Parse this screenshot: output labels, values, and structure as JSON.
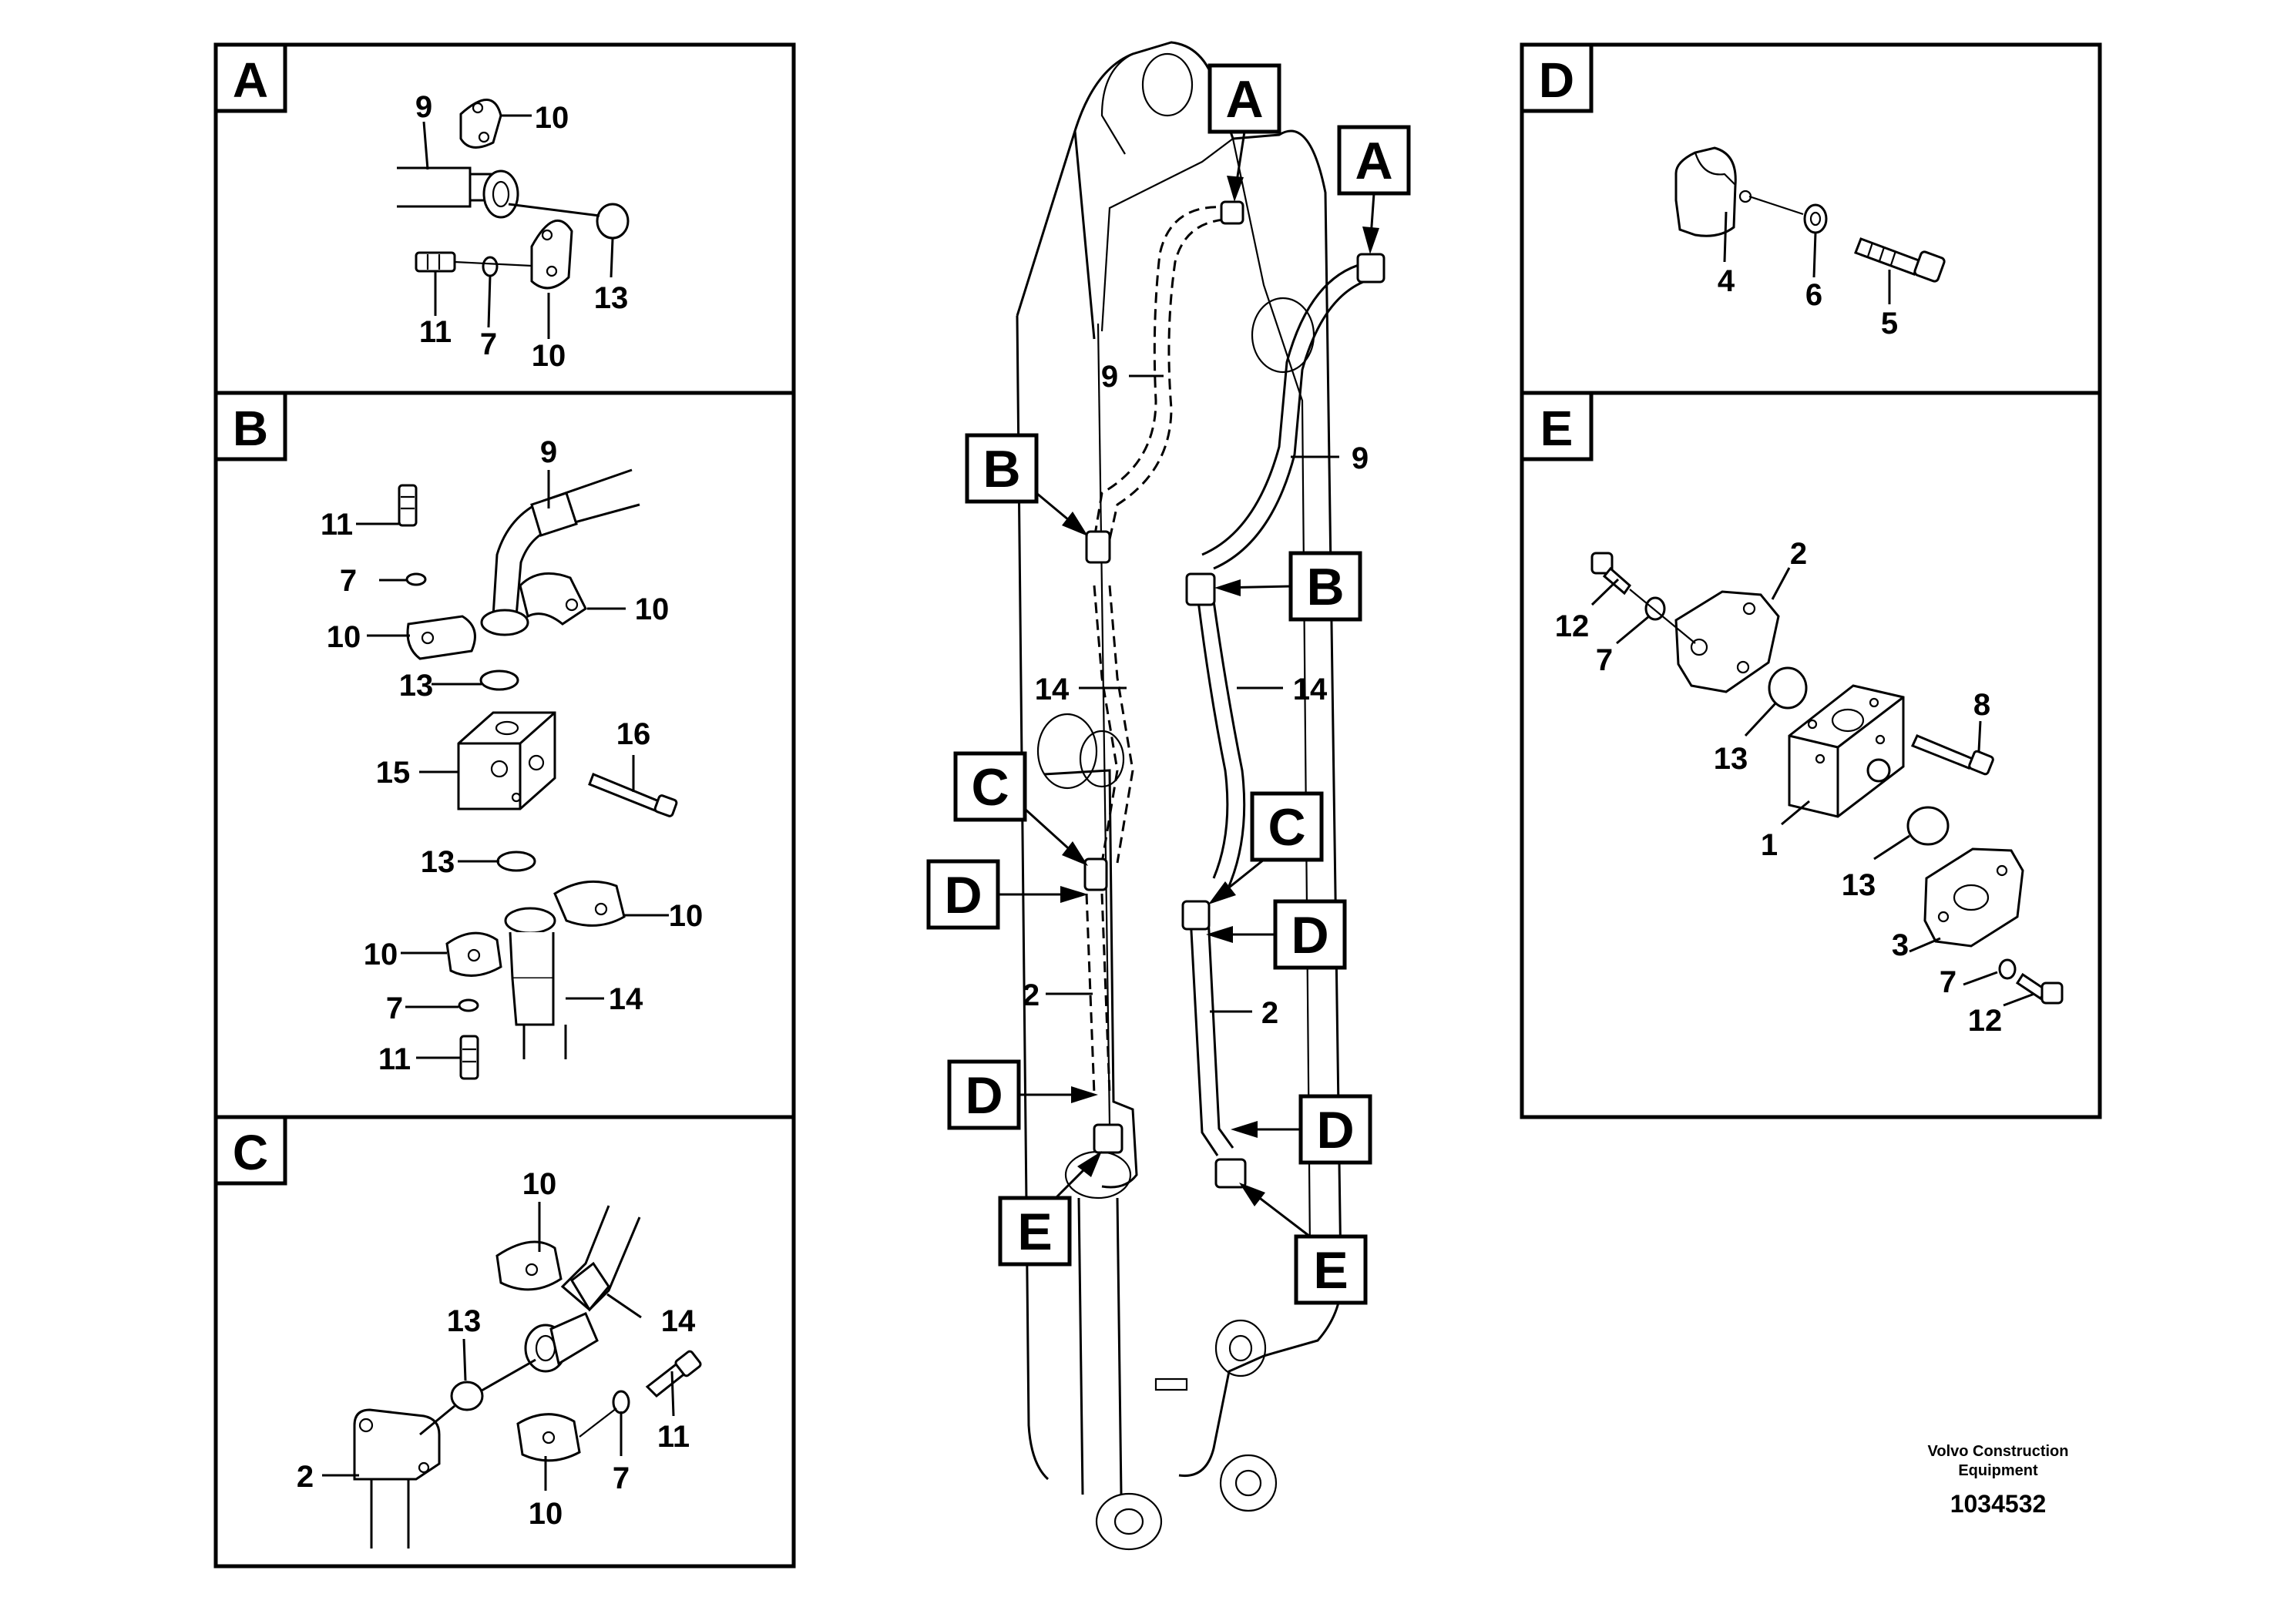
{
  "panels": {
    "A": {
      "letter": "A",
      "labels": [
        "9",
        "10",
        "13",
        "11",
        "7",
        "10"
      ]
    },
    "B": {
      "letter": "B",
      "labels": [
        "9",
        "11",
        "7",
        "10",
        "10",
        "13",
        "16",
        "15",
        "13",
        "10",
        "10",
        "7",
        "14",
        "11"
      ]
    },
    "C": {
      "letter": "C",
      "labels": [
        "10",
        "14",
        "13",
        "11",
        "2",
        "7",
        "10"
      ]
    },
    "D": {
      "letter": "D",
      "labels": [
        "4",
        "6",
        "5"
      ]
    },
    "E": {
      "letter": "E",
      "labels": [
        "2",
        "12",
        "7",
        "8",
        "13",
        "1",
        "13",
        "3",
        "7",
        "12"
      ]
    }
  },
  "main": {
    "callouts": [
      "A",
      "A",
      "B",
      "B",
      "C",
      "C",
      "D",
      "D",
      "D",
      "D",
      "E",
      "E"
    ],
    "labels": [
      "9",
      "9",
      "14",
      "14",
      "2",
      "2"
    ]
  },
  "footer": {
    "brand_line1": "Volvo Construction",
    "brand_line2": "Equipment",
    "doc_number": "1034532"
  }
}
